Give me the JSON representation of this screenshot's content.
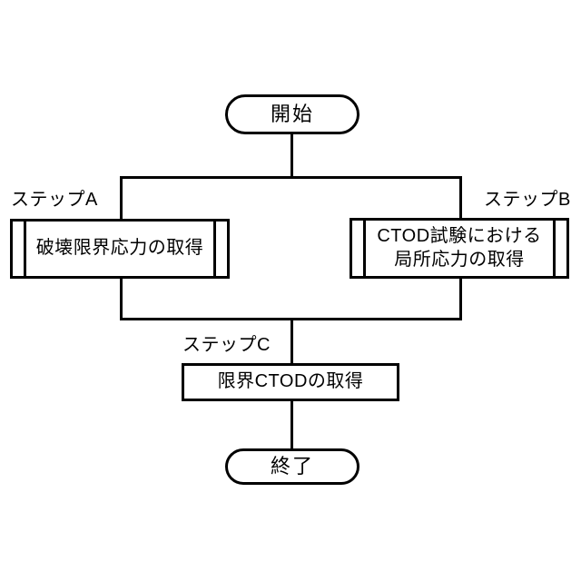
{
  "diagram": {
    "title": "CTOD evaluation flowchart",
    "background_color": "#ffffff",
    "line_color": "#000000",
    "nodes": {
      "start": {
        "label": "開始",
        "shape": "terminator"
      },
      "step_a": {
        "caption": "ステップA",
        "label": "破壊限界応力の取得",
        "shape": "predefined-process"
      },
      "step_b": {
        "caption": "ステップB",
        "label": "CTOD試験における\n局所応力の取得",
        "shape": "predefined-process"
      },
      "step_c": {
        "caption": "ステップC",
        "label": "限界ＣＴＯＤの取得",
        "label_plain": "限界CTODの取得",
        "shape": "process"
      },
      "end": {
        "label": "終了",
        "shape": "terminator"
      }
    },
    "connectors": [
      {
        "name": "start-to-split",
        "type": "vertical"
      },
      {
        "name": "split-bar",
        "type": "horizontal"
      },
      {
        "name": "split-to-step-a",
        "type": "vertical"
      },
      {
        "name": "split-to-step-b",
        "type": "vertical"
      },
      {
        "name": "step-a-to-merge",
        "type": "vertical"
      },
      {
        "name": "step-b-to-merge",
        "type": "vertical"
      },
      {
        "name": "merge-bar",
        "type": "horizontal"
      },
      {
        "name": "merge-to-step-c",
        "type": "vertical"
      },
      {
        "name": "step-c-to-end",
        "type": "vertical"
      }
    ]
  }
}
